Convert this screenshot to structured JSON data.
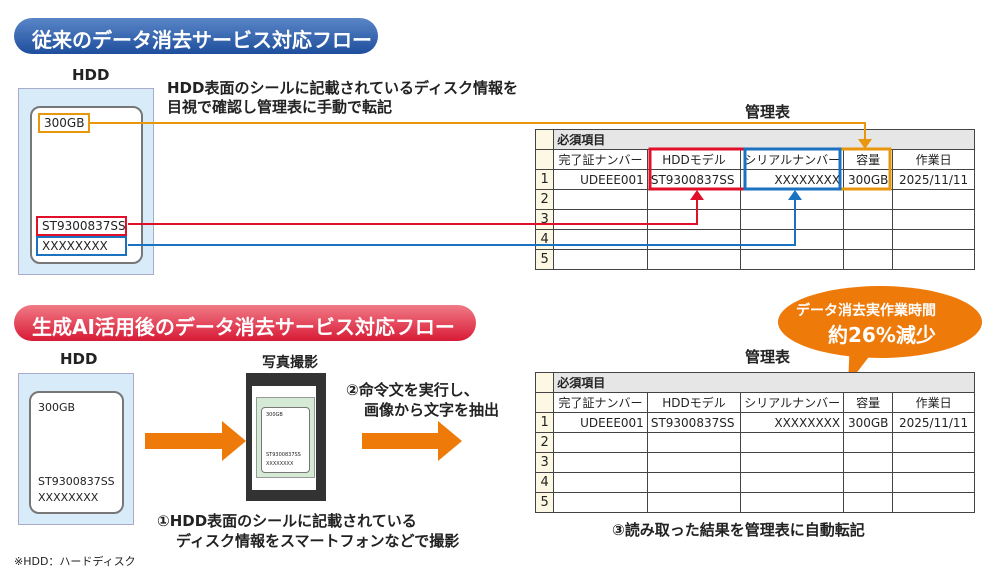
{
  "traditional": {
    "title": "従来のデータ消去サービス対応フロー",
    "hdd_label": "HDD",
    "tags": {
      "capacity": "300GB",
      "model": "ST9300837SS",
      "serial": "XXXXXXXX"
    },
    "description": [
      "HDD表面のシールに記載されているディスク情報を",
      "目視で確認し管理表に手動で転記"
    ],
    "table_title": "管理表"
  },
  "ai": {
    "title": "生成AI活用後のデータ消去サービス対応フロー",
    "hdd_label": "HDD",
    "tags": {
      "capacity": "300GB",
      "model": "ST9300837SS",
      "serial": "XXXXXXXX"
    },
    "photo_label": "写真撮影",
    "step1": [
      "①HDD表面のシールに記載されている",
      "ディスク情報をスマートフォンなどで撮影"
    ],
    "step2": [
      "②命令文を実行し、",
      "画像から文字を抽出"
    ],
    "step3": "③読み取った結果を管理表に自動転記",
    "table_title": "管理表",
    "bubble": [
      "データ消去実作業時間",
      "約26%減少"
    ]
  },
  "table": {
    "band": "必須項目",
    "headers": [
      "完了証ナンバー",
      "HDDモデル",
      "シリアルナンバー",
      "容量",
      "作業日"
    ],
    "rows": [
      [
        "1",
        "UDEEE001",
        "ST9300837SS",
        "XXXXXXXX",
        "300GB",
        "2025/11/11"
      ],
      [
        "2",
        "",
        "",
        "",
        "",
        ""
      ],
      [
        "3",
        "",
        "",
        "",
        "",
        ""
      ],
      [
        "4",
        "",
        "",
        "",
        "",
        ""
      ],
      [
        "5",
        "",
        "",
        "",
        "",
        ""
      ]
    ]
  },
  "footnote": "※HDD：ハードディスク",
  "colors": {
    "orange": "#e8960c",
    "red": "#e0102a",
    "blue": "#1a72c0",
    "arrow": "#ee7a0a"
  }
}
